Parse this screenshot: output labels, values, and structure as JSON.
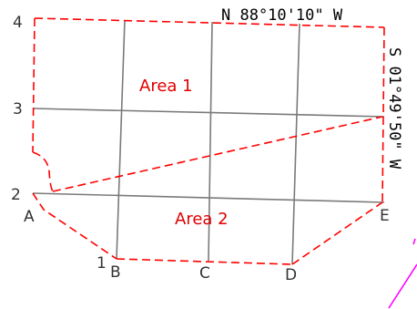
{
  "row_labels": {
    "r4": "4",
    "r3": "3",
    "r2": "2",
    "r1": "1"
  },
  "point_labels": {
    "A": "A",
    "B": "B",
    "C": "C",
    "D": "D",
    "E": "E"
  },
  "areas": {
    "area1": "Area 1",
    "area2": "Area 2"
  },
  "bearings": {
    "top": "N 88°10'10\" W",
    "right": "S 01°49'50\" W"
  },
  "colors": {
    "boundary": "#ff0000",
    "grid": "#7a7a7a",
    "accent": "#ff00ff"
  }
}
